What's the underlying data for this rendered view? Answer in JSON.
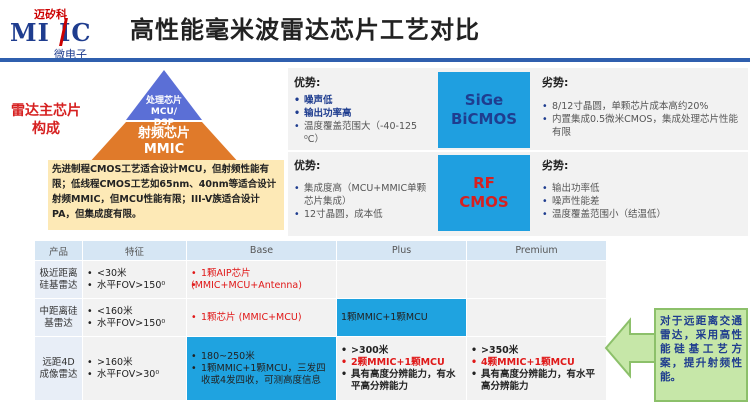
{
  "header": {
    "logo_top": "迈矽科",
    "logo_main": "MI IC",
    "logo_sub": "微电子",
    "title": "高性能毫米波雷达芯片工艺对比"
  },
  "pyramid": {
    "side_label_line1": "雷达主芯片",
    "side_label_line2": "构成",
    "top_line1": "处理芯片",
    "top_line2": "MCU/",
    "top_line3": "DSP",
    "bottom_line1": "射频芯片",
    "bottom_line2": "MMIC",
    "description": "先进制程CMOS工艺适合设计MCU，但射频性能有限；低线程CMOS工艺如65nm、40nm等适合设计射频MMIC，但MCU性能有限；III-V族适合设计PA，但集成度有限。"
  },
  "comparison": {
    "sige": {
      "badge_line1": "SiGe",
      "badge_line2": "BiCMOS",
      "adv_title": "优势:",
      "advantages": [
        "噪声低",
        "输出功率高",
        "温度覆盖范围大（-40-125 ⁰C）"
      ],
      "dis_title": "劣势:",
      "disadvantages": [
        "8/12寸晶圆，单颗芯片成本高约20%",
        "内置集成0.5微米CMOS，集成处理芯片性能有限"
      ]
    },
    "cmos": {
      "badge_line1": "RF",
      "badge_line2": "CMOS",
      "adv_title": "优势:",
      "advantages": [
        "集成度高（MCU+MMIC单颗芯片集成）",
        "12寸晶圆，成本低"
      ],
      "dis_title": "劣势:",
      "disadvantages": [
        "输出功率低",
        "噪声性能差",
        "温度覆盖范围小（结温低）"
      ]
    }
  },
  "table": {
    "headers": [
      "产品",
      "特征",
      "Base",
      "Plus",
      "Premium"
    ],
    "rows": [
      {
        "product": "极近距离硅基雷达",
        "features": [
          "<30米",
          "水平FOV>150⁰"
        ],
        "base": [
          "1颗AIP芯片",
          "(MMIC+MCU+Antenna)"
        ],
        "plus": "",
        "premium": ""
      },
      {
        "product": "中距离硅基雷达",
        "features": [
          "<160米",
          "水平FOV>150⁰"
        ],
        "base": [
          "1颗芯片 (MMIC+MCU)"
        ],
        "plus": "1颗MMIC+1颗MCU",
        "premium": ""
      },
      {
        "product": "远距4D成像雷达",
        "features": [
          ">160米",
          "水平FOV>30⁰"
        ],
        "base": [
          "180~250米",
          "1颗MMIC+1颗MCU，三发四收或4发四收，可测高度信息"
        ],
        "plus": [
          ">300米",
          "2颗MMIC+1颗MCU",
          "具有高度分辨能力，有水平高分辨能力"
        ],
        "premium": [
          ">350米",
          "4颗MMIC+1颗MCU",
          "具有高度分辨能力，有水平高分辨能力"
        ]
      }
    ]
  },
  "callout": {
    "text": "对于远距离交通雷达，采用高性能硅基工艺方案，提升射频性能。"
  },
  "colors": {
    "accent_blue": "#2f5fae",
    "badge_blue": "#1f9fe0",
    "red": "#d62020",
    "pyramid_top": "#5b6fd6",
    "pyramid_bottom": "#e07a2a",
    "callout_green": "#c6e7a8"
  }
}
